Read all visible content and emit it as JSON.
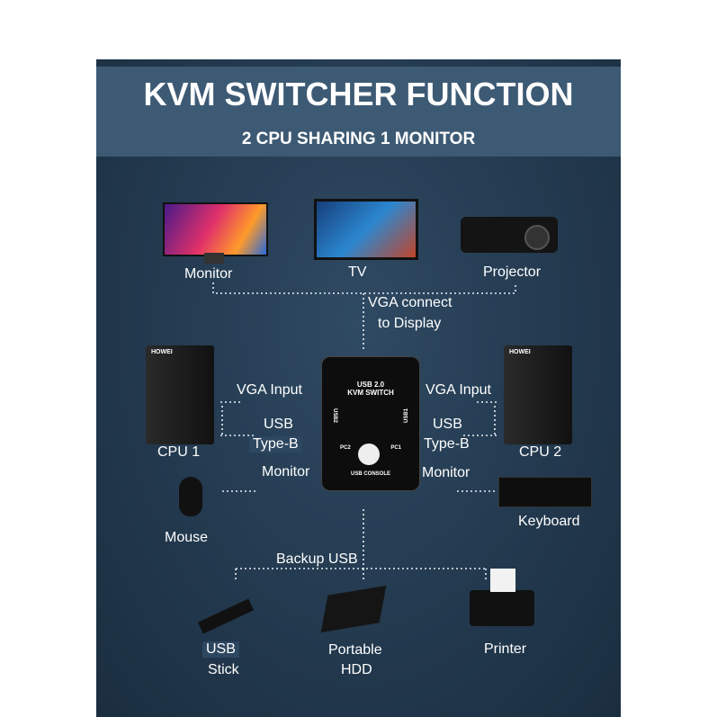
{
  "header": {
    "title": "KVM SWITCHER FUNCTION",
    "subtitle": "2 CPU SHARING 1 MONITOR"
  },
  "displays": {
    "monitor": "Monitor",
    "tv": "TV",
    "projector": "Projector",
    "connect": [
      "VGA connect",
      "to Display"
    ]
  },
  "left": {
    "vga": "VGA Input",
    "usb": [
      "USB",
      "Type-B"
    ],
    "monitor": "Monitor",
    "cpu": "CPU 1",
    "mouse": "Mouse"
  },
  "right": {
    "vga": "VGA Input",
    "usb": [
      "USB",
      "Type-B"
    ],
    "monitor": "Monitor",
    "cpu": "CPU 2",
    "keyboard": "Keyboard"
  },
  "kvm": {
    "line1": "USB 2.0",
    "line2": "KVM SWITCH",
    "pc1": "PC1",
    "pc2": "PC2",
    "console": "USB CONSOLE",
    "usb1": "USB1",
    "usb2": "USB2"
  },
  "bottom": {
    "backup": "Backup USB",
    "usb_stick": [
      "USB",
      "Stick"
    ],
    "hdd": [
      "Portable",
      "HDD"
    ],
    "printer": "Printer"
  },
  "cpu_brand": "HOWEI"
}
